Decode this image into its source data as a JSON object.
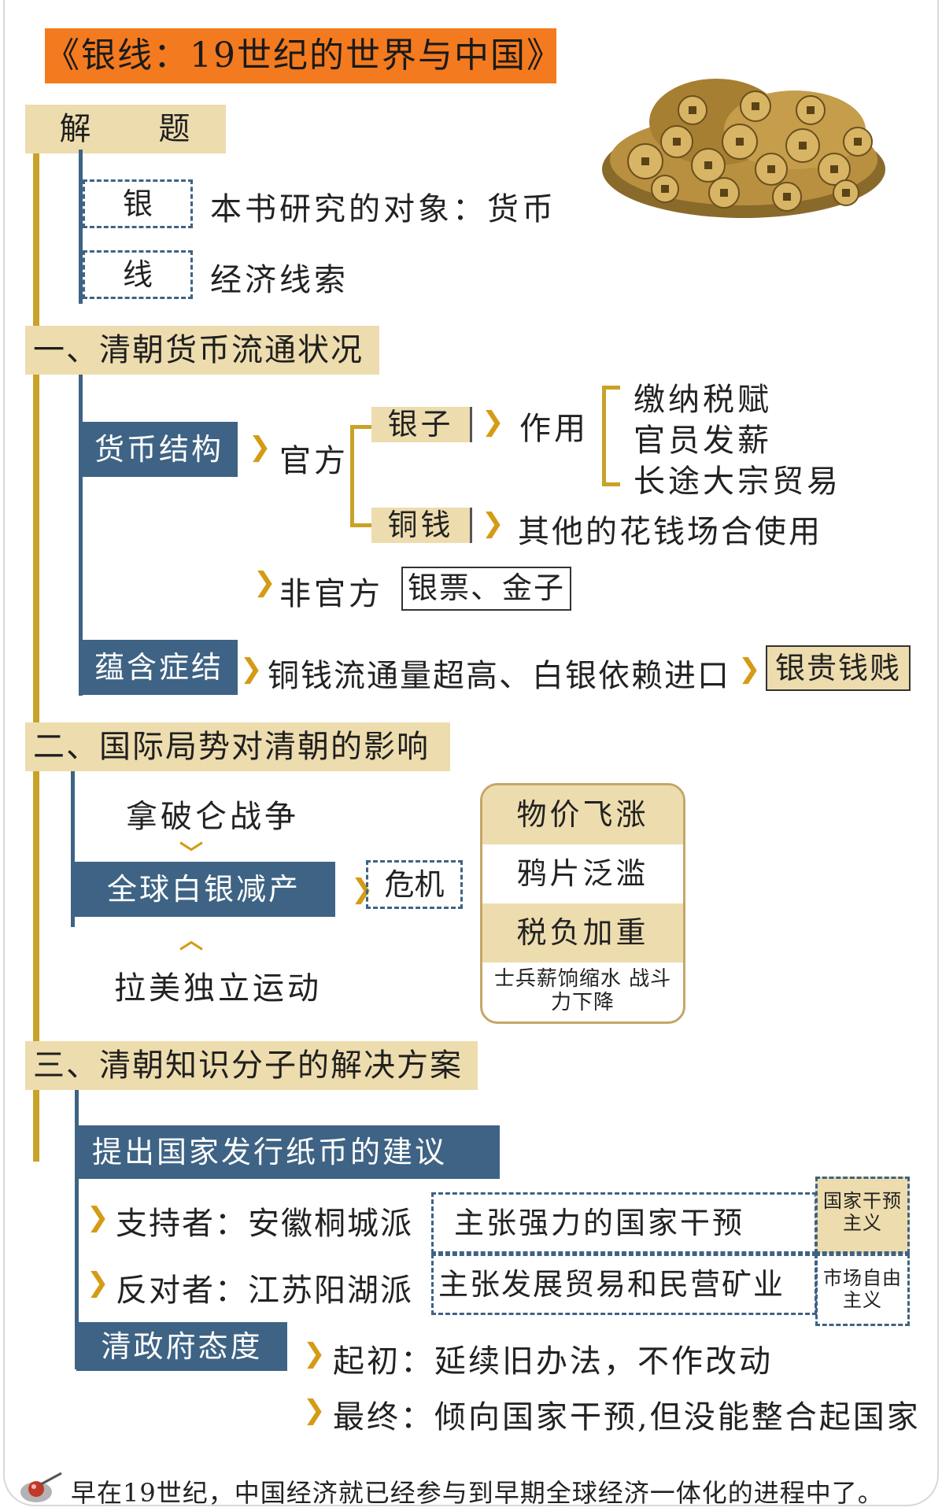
{
  "title": "《银线：19世纪的世界与中国》",
  "jieti": {
    "heading": "解　　题",
    "yin_label": "银",
    "yin_text": "本书研究的对象：货币",
    "xian_label": "线",
    "xian_text": "经济线索"
  },
  "section1": {
    "heading": "一、清朝货币流通状况",
    "structure_label": "货币结构",
    "official": "官方",
    "silver": "银子",
    "usage": "作用",
    "uses": [
      "缴纳税赋",
      "官员发薪",
      "长途大宗贸易"
    ],
    "copper": "铜钱",
    "copper_text": "其他的花钱场合使用",
    "unofficial": "非官方",
    "unofficial_items": "银票、金子",
    "problem_label": "蕴含症结",
    "problem_text": "铜钱流通量超高、白银依赖进口",
    "problem_result": "银贵钱贱"
  },
  "section2": {
    "heading": "二、国际局势对清朝的影响",
    "napoleon": "拿破仑战争",
    "reduction": "全球白银减产",
    "latam": "拉美独立运动",
    "crisis": "危机",
    "effects": [
      "物价飞涨",
      "鸦片泛滥",
      "税负加重",
      "士兵薪饷缩水 战斗力下降"
    ]
  },
  "section3": {
    "heading": "三、清朝知识分子的解决方案",
    "proposal": "提出国家发行纸币的建议",
    "supporter": "支持者：安徽桐城派",
    "supporter_view": "主张强力的国家干预",
    "supporter_tag": "国家干预主义",
    "opponent": "反对者：江苏阳湖派",
    "opponent_view": "主张发展贸易和民营矿业",
    "opponent_tag": "市场自由主义",
    "gov_label": "清政府态度",
    "initial": "起初：延续旧办法，不作改动",
    "final": "最终：倾向国家干预,但没能整合起国家"
  },
  "footer": "早在19世纪，中国经济就已经参与到早期全球经济一体化的进程中了。",
  "colors": {
    "accent_orange": "#f47a1f",
    "tan": "#eddcae",
    "navy": "#3e6384",
    "gold": "#c9a227"
  }
}
